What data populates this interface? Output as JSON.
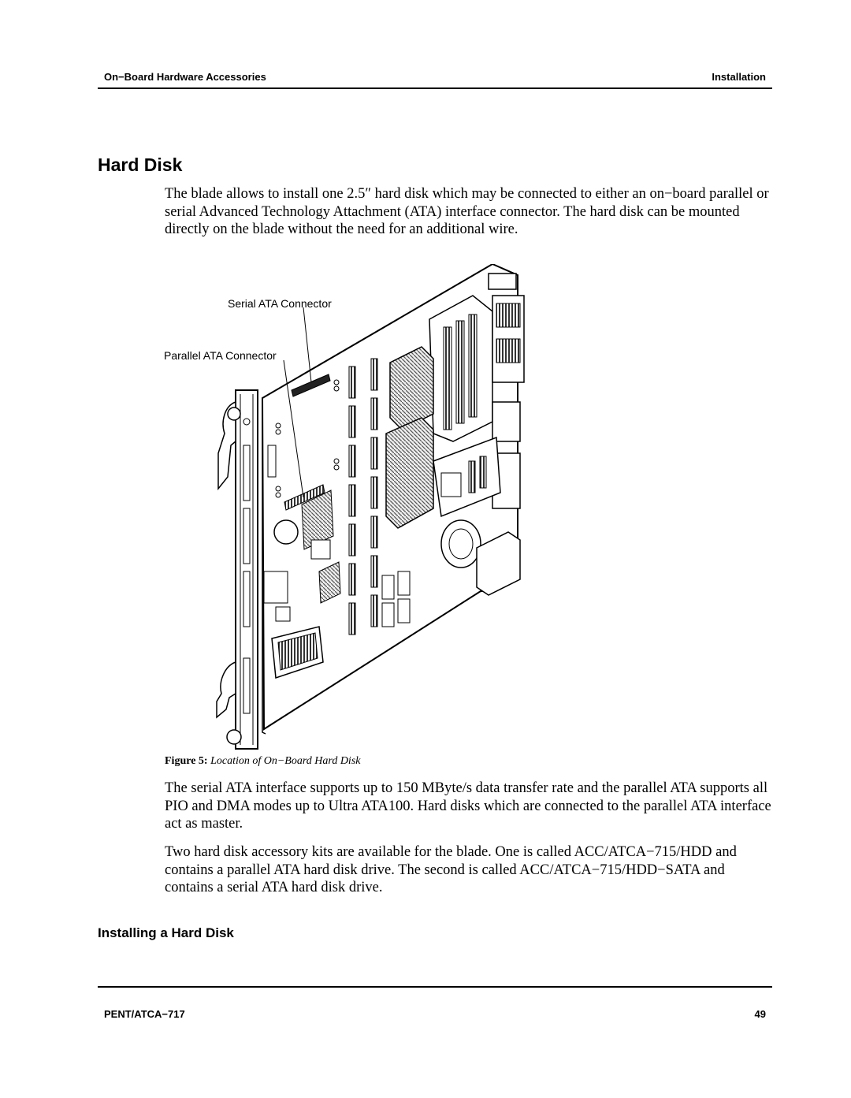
{
  "header": {
    "section": "On−Board Hardware Accessories",
    "chapter": "Installation"
  },
  "title": "Hard Disk",
  "paragraphs": [
    "The blade allows to install one 2.5″ hard disk which may be connected to either an on−board parallel or serial Advanced Technology Attachment (ATA) interface connector. The hard disk can be mounted directly on the blade without the need for an additional wire.",
    "The serial ATA interface supports up to 150 MByte/s data transfer rate and the parallel ATA supports all PIO and DMA modes up to Ultra ATA100. Hard disks which are connected to the parallel ATA interface act as master.",
    "Two hard disk accessory kits are available for the blade. One is called ACC/ATCA−715/HDD and contains a parallel ATA hard disk drive. The second is called ACC/ATCA−715/HDD−SATA and contains a serial ATA hard disk drive."
  ],
  "figure": {
    "callouts": {
      "serial": "Serial ATA Connector",
      "parallel": "Parallel ATA Connector"
    },
    "caption_number": "Figure 5:",
    "caption_text": "Location of On−Board Hard Disk"
  },
  "subheading": "Installing a Hard Disk",
  "footer": {
    "product": "PENT/ATCA−717",
    "page": "49"
  }
}
